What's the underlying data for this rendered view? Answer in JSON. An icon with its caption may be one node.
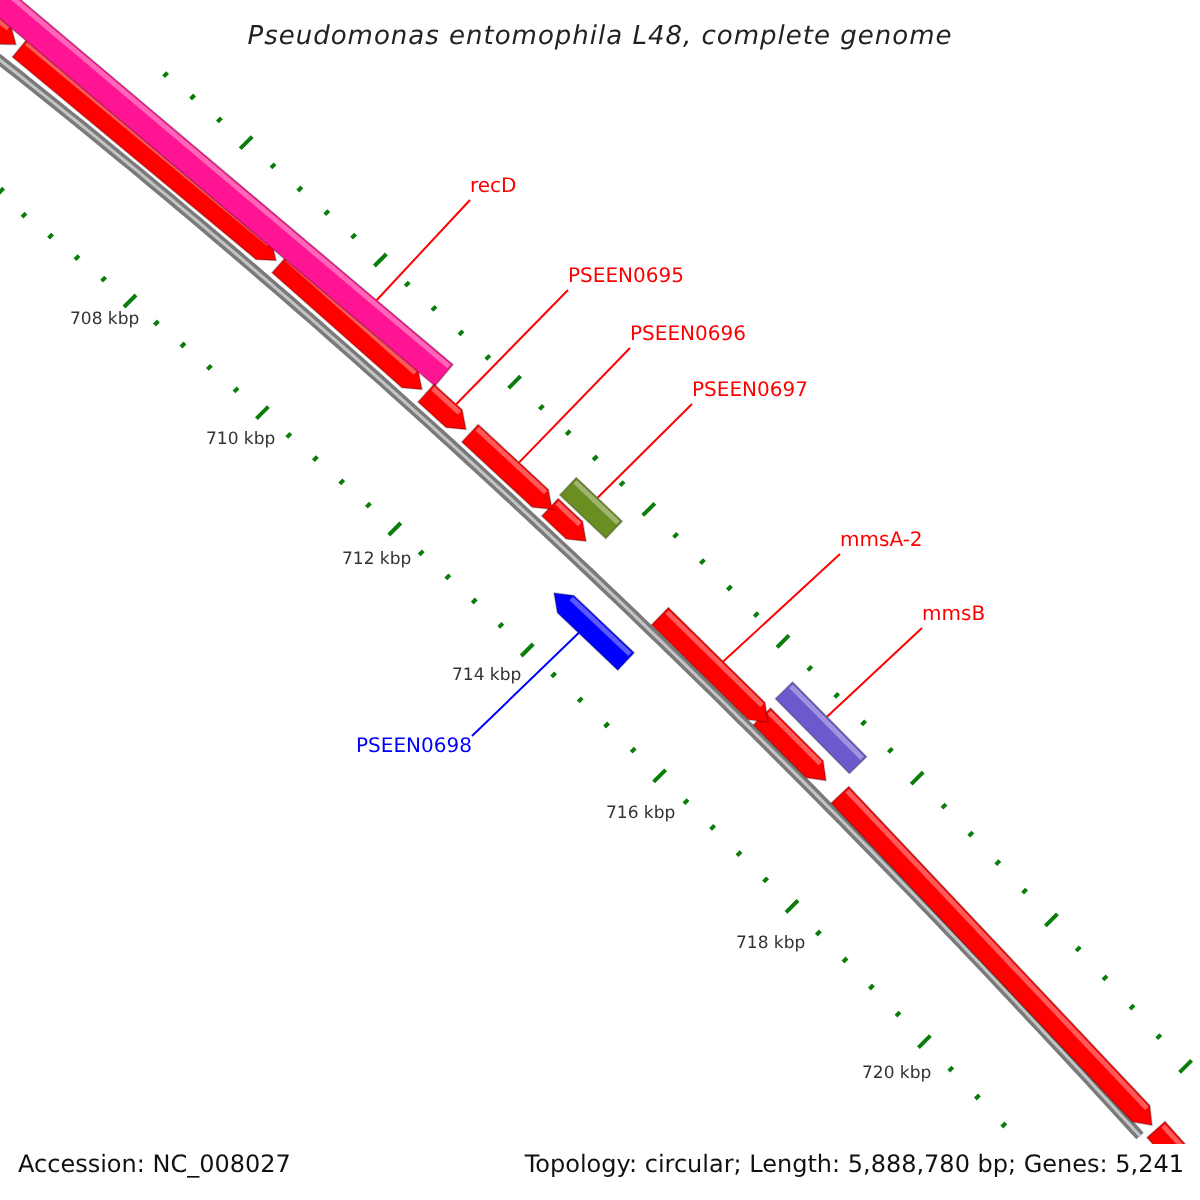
{
  "diagram": {
    "title": "Pseudomonas entomophila L48, complete genome",
    "nodes": [
      {
        "text": [
          "recD"
        ]
      },
      {
        "text": [
          "PSEEN0695"
        ]
      },
      {
        "text": [
          "PSEEN0696"
        ]
      },
      {
        "text": [
          "PSEEN0697"
        ]
      },
      {
        "text": [
          "mmsA-2"
        ]
      },
      {
        "text": [
          "mmsB"
        ]
      },
      {
        "text": [
          "PSEEN0698"
        ]
      },
      {
        "text": [],
        "shape": "bar"
      },
      {
        "text": [],
        "shape": "pentagon"
      },
      {
        "text": [],
        "shape": "pentagon"
      },
      {
        "text": [],
        "shape": "bar"
      },
      {
        "text": [],
        "shape": "pentagon"
      },
      {
        "text": [],
        "shape": "bar"
      },
      {
        "text": [],
        "shape": "pentagon"
      }
    ],
    "edges": [
      {
        "from": 0,
        "to": 7,
        "arrow": "none"
      },
      {
        "from": 1,
        "to": 8,
        "arrow": "none"
      },
      {
        "from": 2,
        "to": 9,
        "arrow": "none"
      },
      {
        "from": 3,
        "to": 10,
        "arrow": "none"
      },
      {
        "from": 4,
        "to": 11,
        "arrow": "none"
      },
      {
        "from": 5,
        "to": 12,
        "arrow": "none"
      },
      {
        "from": 6,
        "to": 13,
        "arrow": "none",
        "color": "#0000ff"
      }
    ],
    "labels": [
      "708 kbp",
      "710 kbp",
      "712 kbp",
      "714 kbp",
      "716 kbp",
      "718 kbp",
      "720 kbp",
      "Accession: NC_008027",
      "Topology: circular; Length: 5,888,780 bp; Genes: 5,241"
    ]
  }
}
